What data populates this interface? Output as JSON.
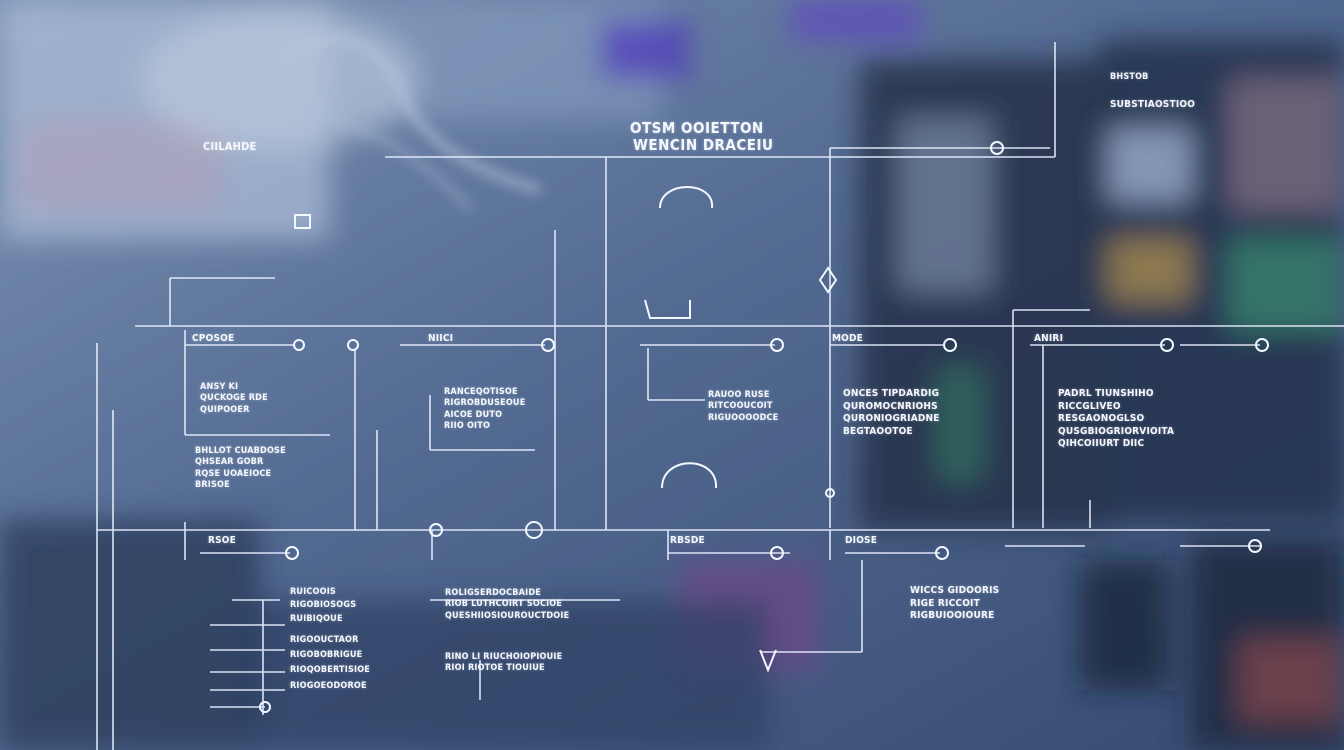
{
  "overlay": {
    "title": [
      "OTSM OOIETTON",
      "WENCIN DRACEIU"
    ],
    "top_left_label": "CIILAHDE",
    "top_right_labels": [
      "BHSTOB",
      "SUBSTIAOSTIOO"
    ],
    "bus1_labels": [
      "CPOSOE",
      "NIICI",
      "MODE",
      "ANIRI"
    ],
    "bus2_labels": [
      "RSOE",
      "RBSDE",
      "DIOSE"
    ],
    "blocks": {
      "left_small": [
        "ANSY KI",
        "QUCKOGE RDE",
        "QUIPOOER"
      ],
      "left_mid": [
        "BHLLOT CUABDOSE",
        "QHSEAR GOBR",
        "RQSE UOAEIOCE",
        "BRISOE"
      ],
      "center_top": [
        "RANCEQOTISOE",
        "RIGROBDUSEOUE",
        "AICOE DUTO",
        "RIIO OITO"
      ],
      "center_right": [
        "RAUOO RUSE",
        "RITCOOUCOIT",
        "RIGUOOOODCE"
      ],
      "mid_right": [
        "ONCES TIPDARDIG",
        "QUROMOCNRIOHS",
        "QURONIOGRIADNE",
        "BEGTAOOTOE"
      ],
      "far_right": [
        "PADRL TIUNSHIHO",
        "RICCGLIVEO",
        "RESGAONOGLSO",
        "QUSGBIOGRIORVIOITA",
        "QIHCOIIURT DIIC"
      ],
      "bottom_left": [
        "RUICOOIS",
        "RIGOBIOSOGS",
        "RUIBIQOUE",
        "RIGOOUCTAOR",
        "RIGOBOBRIGUE",
        "RIOQOBERTISIOE",
        "RIOGOEODOROE"
      ],
      "bottom_center": [
        "ROLIGSERDOCBAIDE",
        "RIOB LUTHCOIRT SOCIOE",
        "QUESHIIOSIOUROUCTDOIE",
        "RINO LI RIUCHOIOPIOUIE",
        "RIOI RIOTOE TIOUIUE"
      ],
      "bottom_right": [
        "WICCS GIDOORIS",
        "RIGE RICCOIT",
        "RIGBUIOOIOURE"
      ]
    }
  }
}
